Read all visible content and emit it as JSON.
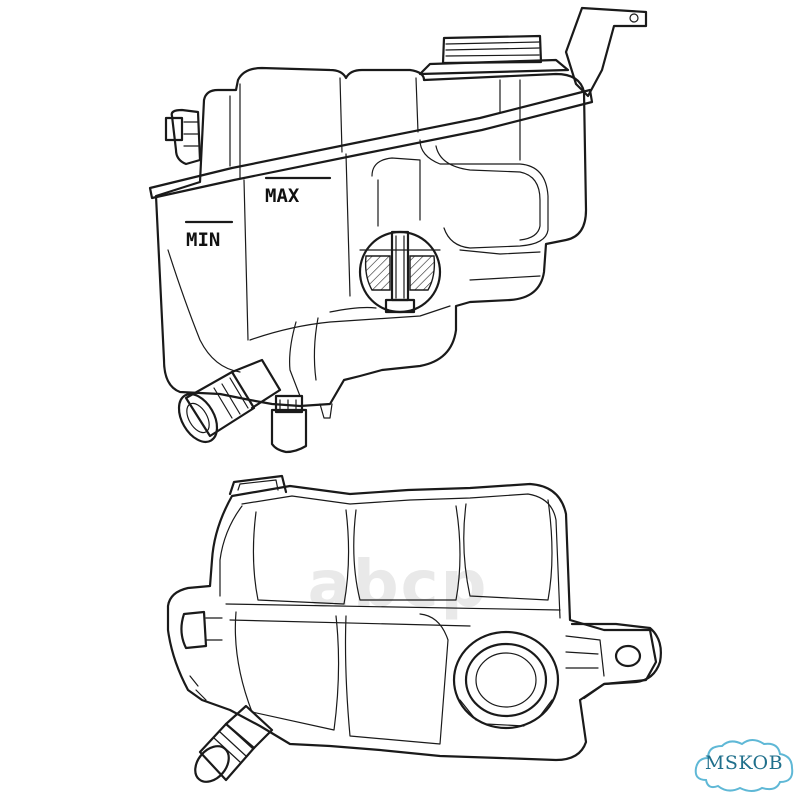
{
  "labels": {
    "max": "MAX",
    "min": "MIN"
  },
  "watermark": {
    "text": "abcp"
  },
  "badge": {
    "text": "MSKOB",
    "color": "#5fb8d6"
  },
  "colors": {
    "line": "#1a1a1a",
    "background": "#ffffff"
  }
}
